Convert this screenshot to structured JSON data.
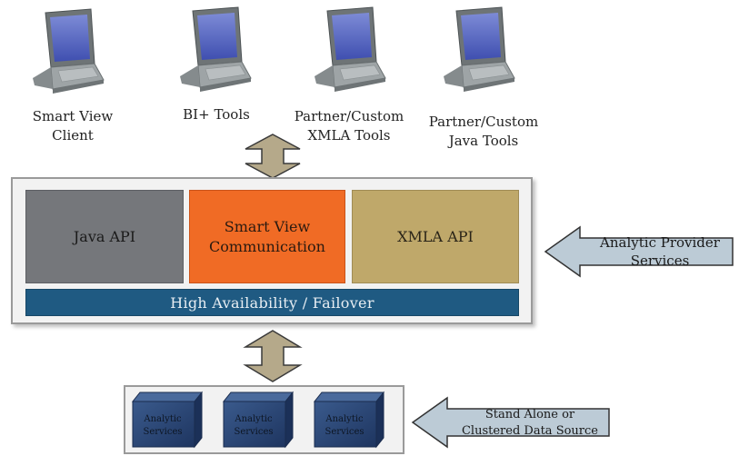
{
  "clients": [
    {
      "label": "Smart View\nClient"
    },
    {
      "label": "BI+ Tools"
    },
    {
      "label": "Partner/Custom\nXMLA Tools"
    },
    {
      "label": "Partner/Custom\nJava Tools"
    }
  ],
  "provider": {
    "java_api": "Java API",
    "smart_view_comm": "Smart View\nCommunication",
    "xmla_api": "XMLA API",
    "high_availability": "High Availability / Failover",
    "callout": "Analytic Provider\nServices"
  },
  "data_source": {
    "cubes": [
      {
        "label": "Analytic\nServices"
      },
      {
        "label": "Analytic\nServices"
      },
      {
        "label": "Analytic\nServices"
      }
    ],
    "callout": "Stand Alone or\nClustered Data Source"
  },
  "colors": {
    "java_api": "#75777b",
    "smart_view": "#f06b25",
    "xmla_api": "#bfa86a",
    "ha_bar": "#1f5a82",
    "callout": "#bccbd6",
    "arrow": "#b5a98a",
    "cube": "#2b4572"
  }
}
